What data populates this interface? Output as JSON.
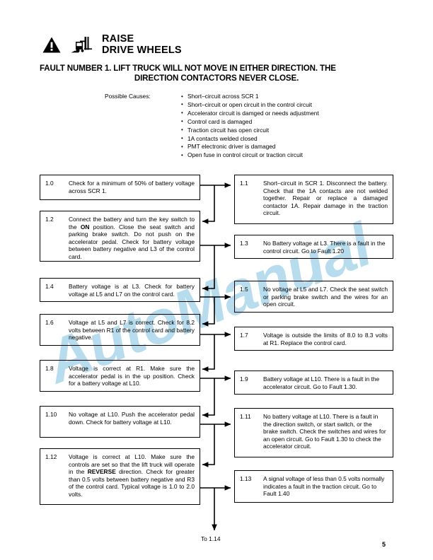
{
  "header": {
    "warning_icon": "warning-triangle-icon",
    "forklift_icon": "forklift-icon",
    "line1": "RAISE",
    "line2": "DRIVE WHEELS"
  },
  "fault_title": {
    "line1": "FAULT NUMBER 1. LIFT TRUCK WILL NOT MOVE IN EITHER DIRECTION. THE",
    "line2": "DIRECTION CONTACTORS NEVER CLOSE."
  },
  "possible_causes": {
    "label": "Possible Causes:",
    "items": [
      "Short–circuit across SCR 1",
      "Short–circuit or open circuit in the control circuit",
      "Accelerator circuit is damged or needs adjustment",
      "Control card is damaged",
      "Traction circuit has open circuit",
      "1A contacts welded closed",
      "PMT electronic driver is damaged",
      "Open fuse in control circuit or traction circuit"
    ]
  },
  "steps": {
    "s1_0": {
      "number": "1.0",
      "text": "Check for a minimum of 50% of battery voltage across SCR 1."
    },
    "s1_1": {
      "number": "1.1",
      "text": "Short–circuit in SCR 1. Disconnect the battery. Check that the 1A contacts are not welded together. Repair or replace a damaged contactor 1A. Repair damage in the traction circuit."
    },
    "s1_2": {
      "number": "1.2",
      "text_before": "Connect the battery and turn the key switch to the ",
      "bold": "ON",
      "text_after": " position. Close the seat switch and parking brake switch. Do not push on the accelerator pedal. Check for battery voltage between battery negative and L3 of the control card."
    },
    "s1_3": {
      "number": "1.3",
      "text": "No Battery voltage at L3. There is a fault in the control circuit. Go to Fault 1.20"
    },
    "s1_4": {
      "number": "1.4",
      "text": "Battery voltage is at L3. Check for battery voltage at L5 and L7 on the control card."
    },
    "s1_5": {
      "number": "1.5",
      "text": "No voltage at L5 and L7. Check the seat switch or parking brake switch and the wires for an open circuit."
    },
    "s1_6": {
      "number": "1.6",
      "text": "Voltage at L5 and L7 is correct. Check for 8.2 volts between R1 of the control card and battery negative."
    },
    "s1_7": {
      "number": "1.7",
      "text": "Voltage is outside the limits of 8.0 to 8.3 volts at R1. Replace the control card."
    },
    "s1_8": {
      "number": "1.8",
      "text": "Voltage is correct at R1. Make sure  the accelerator pedal is in the up position. Check for a battery voltage at L10."
    },
    "s1_9": {
      "number": "1.9",
      "text": "Battery voltage at L10. There is a fault in the accelerator circuit. Go to Fault 1.30."
    },
    "s1_10": {
      "number": "1.10",
      "text": "No voltage at L10. Push the accelerator pedal down. Check for battery voltage at L10."
    },
    "s1_11": {
      "number": "1.11",
      "text": "No battery voltage at L10. There is a fault in the direction switch, or start switch, or the brake switch. Check the switches and wires for an open circuit. Go to Fault 1.30 to check the accelerator circuit."
    },
    "s1_12": {
      "number": "1.12",
      "text_before": "Voltage is correct at L10. Make sure the controls are set so that the lift truck will operate in the ",
      "bold": "REVERSE",
      "text_after": " direction. Check for greater than 0.5 volts between battery negative and R3 of the control card. Typical voltage is 1.0 to 2.0 volts."
    },
    "s1_13": {
      "number": "1.13",
      "text": "A signal voltage of less than 0.5 volts normally indicates a fault in the traction circuit. Go to Fault 1.40"
    }
  },
  "footer": {
    "to_next": "To 1.14",
    "page_number": "5"
  },
  "colors": {
    "ink": "#000000",
    "watermark": "#9ccfe8",
    "page_background": "#ffffff"
  },
  "watermark": {
    "text": "AutoManual"
  }
}
